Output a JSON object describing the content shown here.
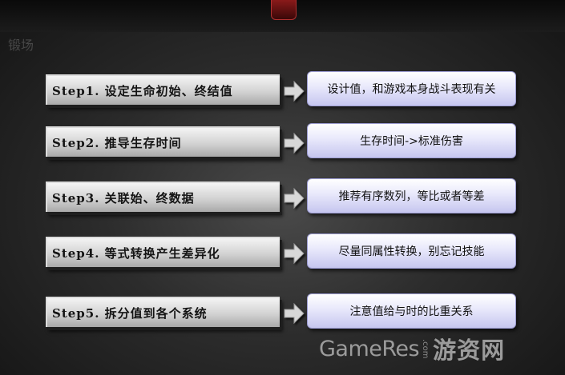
{
  "background_text": "锻场",
  "steps": [
    {
      "label": "Step1. 设定生命初始、终结值",
      "result": "设计值，和游戏本身战斗表现有关"
    },
    {
      "label": "Step2. 推导生存时间",
      "result": "生存时间->标准伤害"
    },
    {
      "label": "Step3. 关联始、终数据",
      "result": "推荐有序数列，等比或者等差"
    },
    {
      "label": "Step4. 等式转换产生差异化",
      "result": "尽量同属性转换，别忘记技能"
    },
    {
      "label": "Step5. 拆分值到各个系统",
      "result": "注意值给与时的比重关系"
    }
  ],
  "watermark": {
    "en": "GameRes",
    "com": ".com",
    "cn": "游资网"
  },
  "colors": {
    "step_box": "#d2d2d2",
    "result_box": "#e8e8fb",
    "arrow": "#d8d8d8"
  }
}
